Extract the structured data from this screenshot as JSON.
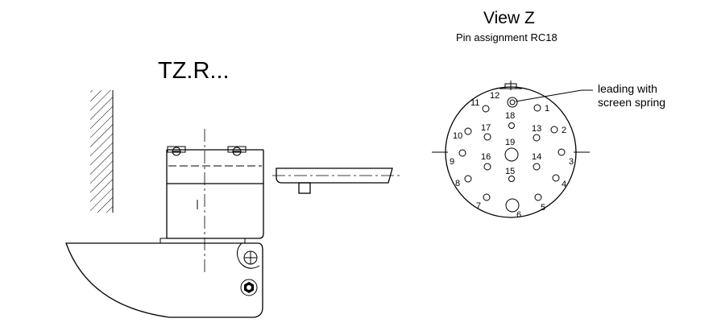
{
  "labels": {
    "part_name": "TZ.R...",
    "view_title": "View Z",
    "view_subtitle": "Pin assignment RC18",
    "callout_line1": "leading with",
    "callout_line2": "screen spring"
  },
  "pins": [
    {
      "id": "pin-1",
      "label": "1"
    },
    {
      "id": "pin-2",
      "label": "2"
    },
    {
      "id": "pin-3",
      "label": "3"
    },
    {
      "id": "pin-4",
      "label": "4"
    },
    {
      "id": "pin-5",
      "label": "5"
    },
    {
      "id": "pin-6",
      "label": "6"
    },
    {
      "id": "pin-7",
      "label": "7"
    },
    {
      "id": "pin-8",
      "label": "8"
    },
    {
      "id": "pin-9",
      "label": "9"
    },
    {
      "id": "pin-10",
      "label": "10"
    },
    {
      "id": "pin-11",
      "label": "11"
    },
    {
      "id": "pin-12",
      "label": "12"
    },
    {
      "id": "pin-13",
      "label": "13"
    },
    {
      "id": "pin-14",
      "label": "14"
    },
    {
      "id": "pin-15",
      "label": "15"
    },
    {
      "id": "pin-16",
      "label": "16"
    },
    {
      "id": "pin-17",
      "label": "17"
    },
    {
      "id": "pin-18",
      "label": "18"
    },
    {
      "id": "pin-19",
      "label": "19"
    }
  ]
}
